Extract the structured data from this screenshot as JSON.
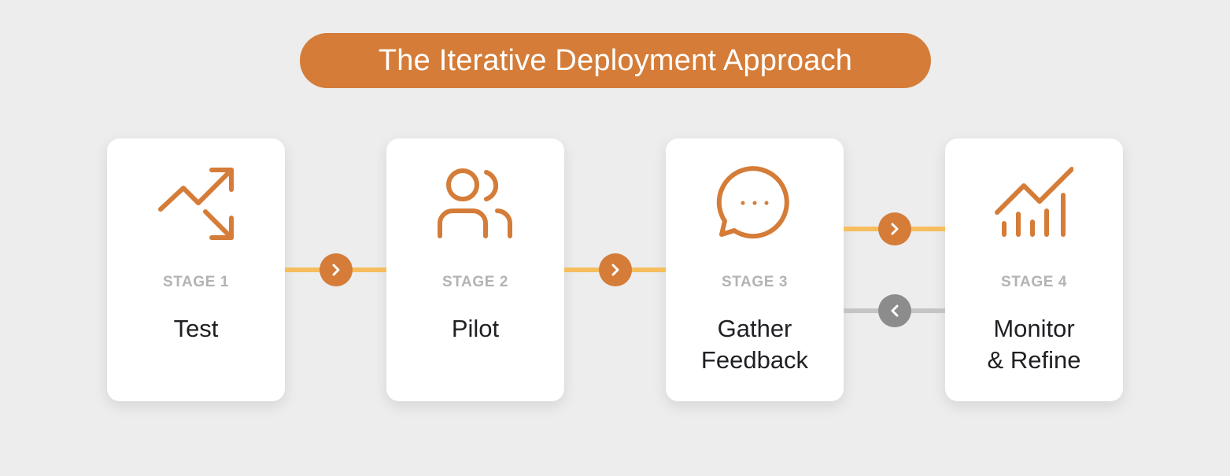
{
  "title": "The Iterative Deployment Approach",
  "colors": {
    "accent": "#d47c38",
    "connector_forward": "#f6bd5c",
    "connector_back": "#c4c4c4",
    "back_button": "#8c8c8c",
    "background": "#ededee"
  },
  "stages": [
    {
      "label": "STAGE 1",
      "name_lines": [
        "Test"
      ],
      "icon": "trend-arrows-icon"
    },
    {
      "label": "STAGE 2",
      "name_lines": [
        "Pilot"
      ],
      "icon": "users-icon"
    },
    {
      "label": "STAGE 3",
      "name_lines": [
        "Gather",
        "Feedback"
      ],
      "icon": "chat-bubble-icon"
    },
    {
      "label": "STAGE 4",
      "name_lines": [
        "Monitor",
        "& Refine"
      ],
      "icon": "bar-chart-trend-icon"
    }
  ],
  "connectors": [
    {
      "from": "STAGE 1",
      "to": "STAGE 2",
      "direction": "forward",
      "icon": "chevron-right-icon"
    },
    {
      "from": "STAGE 2",
      "to": "STAGE 3",
      "direction": "forward",
      "icon": "chevron-right-icon"
    },
    {
      "from": "STAGE 3",
      "to": "STAGE 4",
      "direction": "forward",
      "icon": "chevron-right-icon"
    },
    {
      "from": "STAGE 4",
      "to": "STAGE 3",
      "direction": "back",
      "icon": "chevron-left-icon"
    }
  ]
}
